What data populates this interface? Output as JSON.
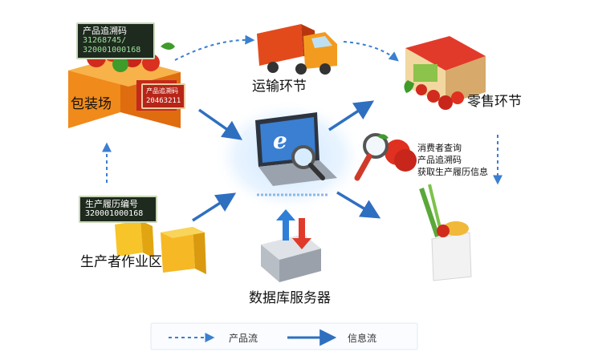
{
  "nodes": {
    "packaging": {
      "label": "包装场"
    },
    "transport": {
      "label": "运输环节"
    },
    "retail": {
      "label": "零售环节"
    },
    "production": {
      "label": "生产者作业区"
    },
    "server": {
      "label": "数据库服务器"
    },
    "consumer": {
      "lines": [
        "消费者查询",
        "产品追溯码",
        "获取生产履历信息"
      ]
    }
  },
  "tags": {
    "product_code": {
      "title": "产品追溯码",
      "line1": "31268745/",
      "line2": "320001000168"
    },
    "box_label": {
      "line1": "产品追溯码",
      "line2": "20463211"
    },
    "production_code": {
      "title": "生产履历编号",
      "line1": "320001000168"
    }
  },
  "legend": {
    "product_flow": "产品流",
    "info_flow": "信息流"
  },
  "colors": {
    "arrow_blue": "#2f6fc0",
    "dashed_blue": "#3b7fd0"
  }
}
